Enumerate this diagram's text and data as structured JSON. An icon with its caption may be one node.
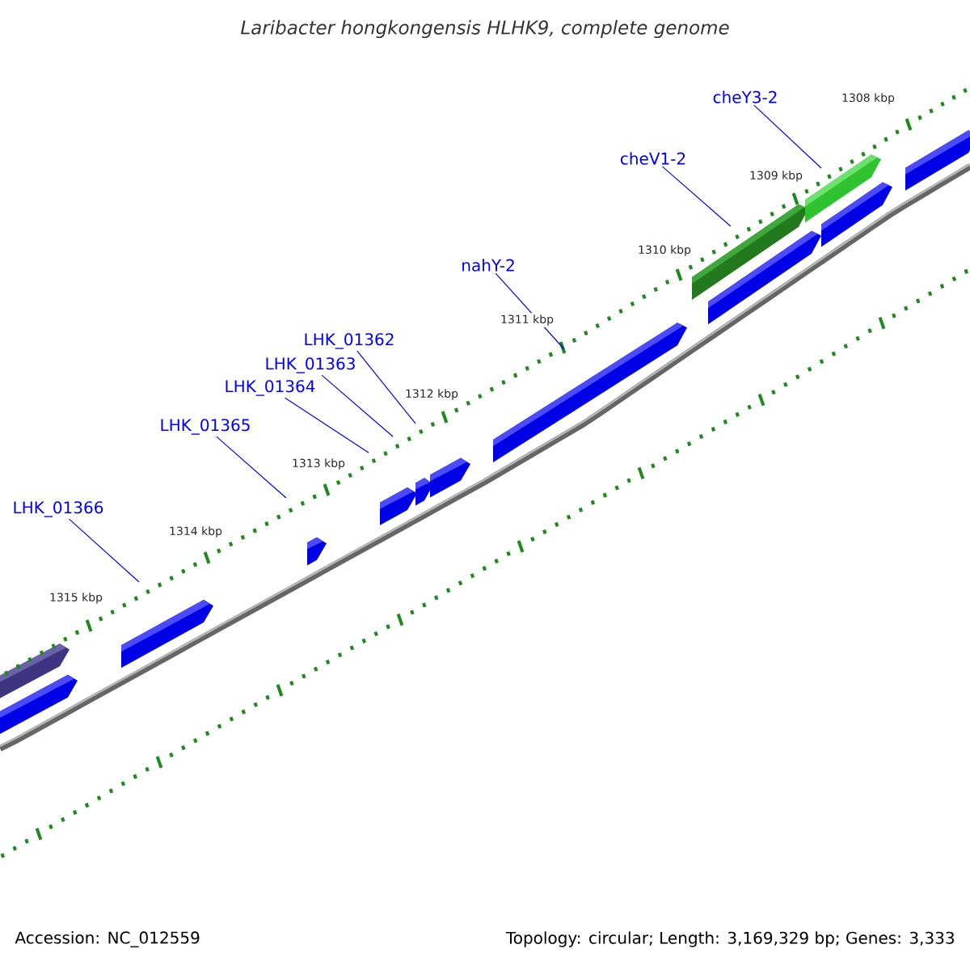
{
  "diagram": {
    "title": "Laribacter hongkongensis HLHK9, complete genome",
    "nodes": [
      {
        "text": [
          "cheY3-2"
        ]
      },
      {
        "text": [
          "cheV1-2"
        ]
      },
      {
        "text": [
          "nahY-2"
        ]
      },
      {
        "text": [
          "LHK_01362"
        ]
      },
      {
        "text": [
          "LHK_01363"
        ]
      },
      {
        "text": [
          "LHK_01364"
        ]
      },
      {
        "text": [
          "LHK_01365"
        ]
      },
      {
        "text": [
          "LHK_01366"
        ]
      }
    ],
    "edges": [
      {
        "from": 0,
        "to": null,
        "arrow": "none"
      },
      {
        "from": 1,
        "to": null,
        "arrow": "none"
      },
      {
        "from": 2,
        "to": null,
        "arrow": "none"
      },
      {
        "from": 3,
        "to": null,
        "arrow": "none"
      },
      {
        "from": 4,
        "to": null,
        "arrow": "none"
      },
      {
        "from": 5,
        "to": null,
        "arrow": "none"
      },
      {
        "from": 6,
        "to": null,
        "arrow": "none"
      },
      {
        "from": 7,
        "to": null,
        "arrow": "none"
      }
    ],
    "labels": [
      "1308 kbp",
      "1309 kbp",
      "1310 kbp",
      "1311 kbp",
      "1312 kbp",
      "1313 kbp",
      "1314 kbp",
      "1315 kbp",
      "Accession: NC_012559",
      "Topology: circular; Length: 3,169,329 bp; Genes: 3,333"
    ]
  }
}
